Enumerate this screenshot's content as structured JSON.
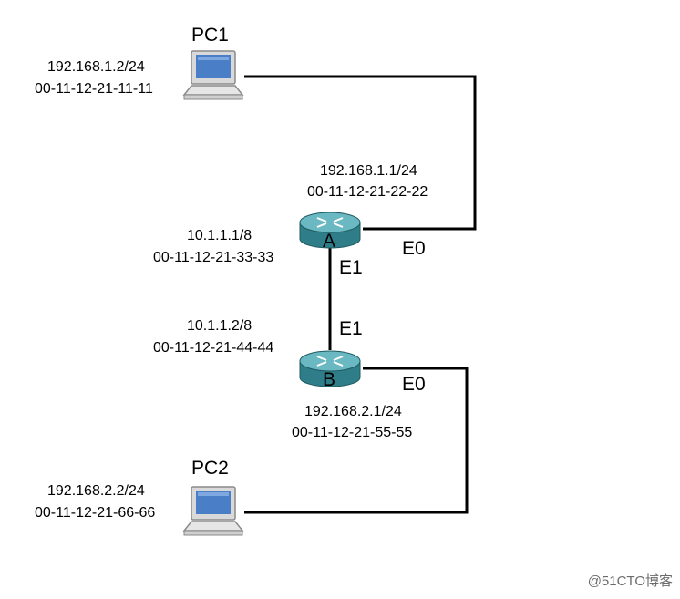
{
  "devices": {
    "pc1": {
      "name": "PC1",
      "ip": "192.168.1.2/24",
      "mac": "00-11-12-21-11-11"
    },
    "pc2": {
      "name": "PC2",
      "ip": "192.168.2.2/24",
      "mac": "00-11-12-21-66-66"
    },
    "router_a": {
      "name": "A",
      "e0": {
        "label": "E0",
        "ip": "192.168.1.1/24",
        "mac": "00-11-12-21-22-22"
      },
      "e1": {
        "label": "E1",
        "ip": "10.1.1.1/8",
        "mac": "00-11-12-21-33-33"
      }
    },
    "router_b": {
      "name": "B",
      "e1": {
        "label": "E1",
        "ip": "10.1.1.2/8",
        "mac": "00-11-12-21-44-44"
      },
      "e0": {
        "label": "E0",
        "ip": "192.168.2.1/24",
        "mac": "00-11-12-21-55-55"
      }
    }
  },
  "watermark": "@51CTO博客",
  "colors": {
    "router_body": "#3a8a95",
    "router_top": "#5fb0ba",
    "link": "#000000"
  }
}
